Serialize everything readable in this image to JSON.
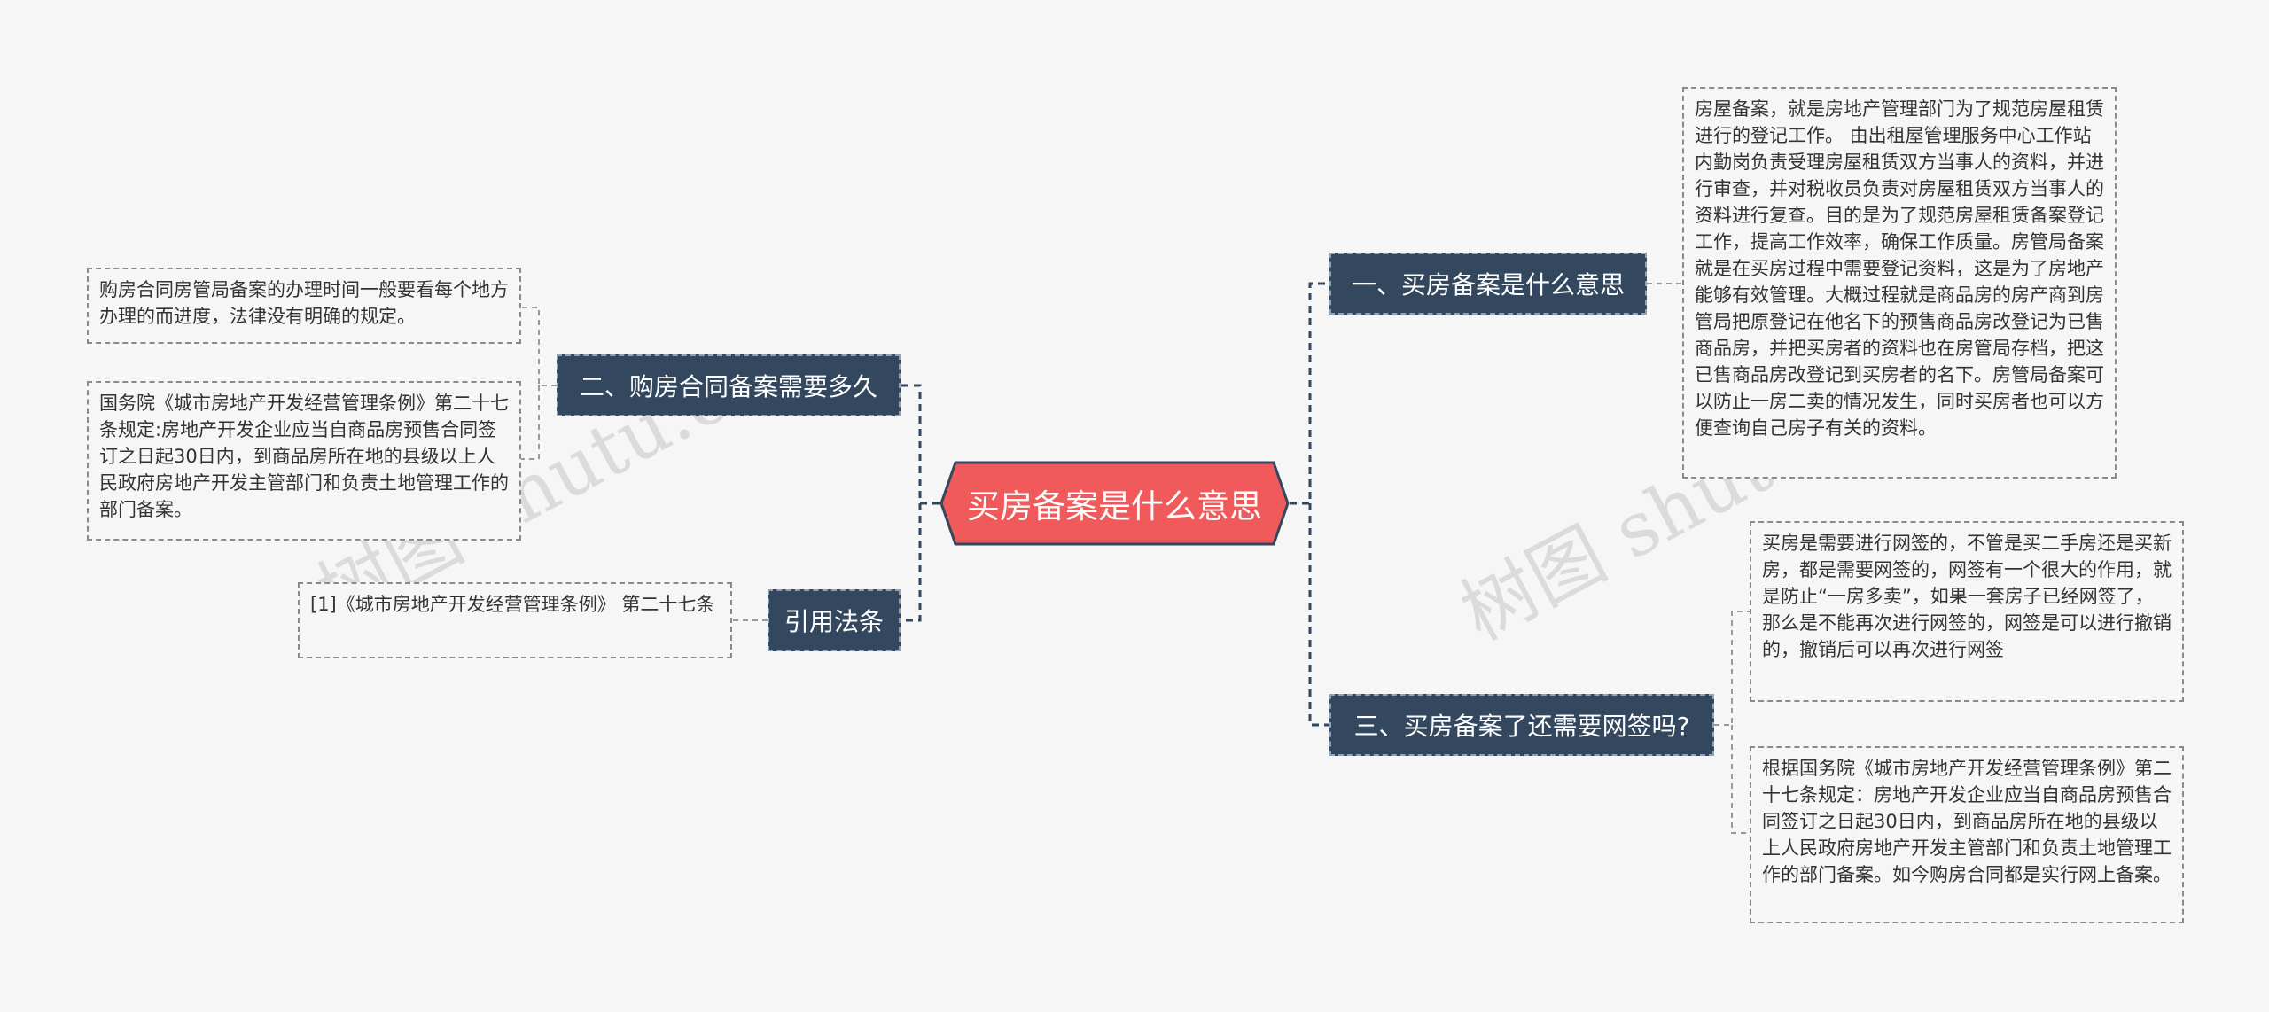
{
  "root": {
    "label": "买房备案是什么意思"
  },
  "branches": {
    "b1": {
      "label": "一、买房备案是什么意思"
    },
    "b2": {
      "label": "二、购房合同备案需要多久"
    },
    "b3": {
      "label": "引用法条"
    },
    "b4": {
      "label": "三、买房备案了还需要网签吗?"
    }
  },
  "leaves": {
    "b1_1": "房屋备案，就是房地产管理部门为了规范房屋租赁进行的登记工作。 由出租屋管理服务中心工作站内勤岗负责受理房屋租赁双方当事人的资料，并进行审查，并对税收员负责对房屋租赁双方当事人的资料进行复查。目的是为了规范房屋租赁备案登记工作，提高工作效率，确保工作质量。房管局备案就是在买房过程中需要登记资料，这是为了房地产能够有效管理。大概过程就是商品房的房产商到房管局把原登记在他名下的预售商品房改登记为已售商品房，并把买房者的资料也在房管局存档，把这已售商品房改登记到买房者的名下。房管局备案可以防止一房二卖的情况发生，同时买房者也可以方便查询自己房子有关的资料。",
    "b2_1": "购房合同房管局备案的办理时间一般要看每个地方办理的而进度，法律没有明确的规定。",
    "b2_2": "国务院《城市房地产开发经营管理条例》第二十七条规定:房地产开发企业应当自商品房预售合同签订之日起30日内，到商品房所在地的县级以上人民政府房地产开发主管部门和负责土地管理工作的部门备案。",
    "b3_1": "[1]《城市房地产开发经营管理条例》 第二十七条",
    "b4_1": "买房是需要进行网签的，不管是买二手房还是买新房，都是需要网签的，网签有一个很大的作用，就是防止“一房多卖”，如果一套房子已经网签了，那么是不能再次进行网签的，网签是可以进行撤销的，撤销后可以再次进行网签",
    "b4_2": "根据国务院《城市房地产开发经营管理条例》第二十七条规定：房地产开发企业应当自商品房预售合同签订之日起30日内，到商品房所在地的县级以上人民政府房地产开发主管部门和负责土地管理工作的部门备案。如今购房合同都是实行网上备案。"
  },
  "watermark": {
    "text_left": "树图 shutu.cn",
    "text_right": "树图 shutu.cn"
  },
  "colors": {
    "root": "#f05a5a",
    "branch": "#33475e",
    "line": "#33475e",
    "background": "#f6f6f6"
  }
}
